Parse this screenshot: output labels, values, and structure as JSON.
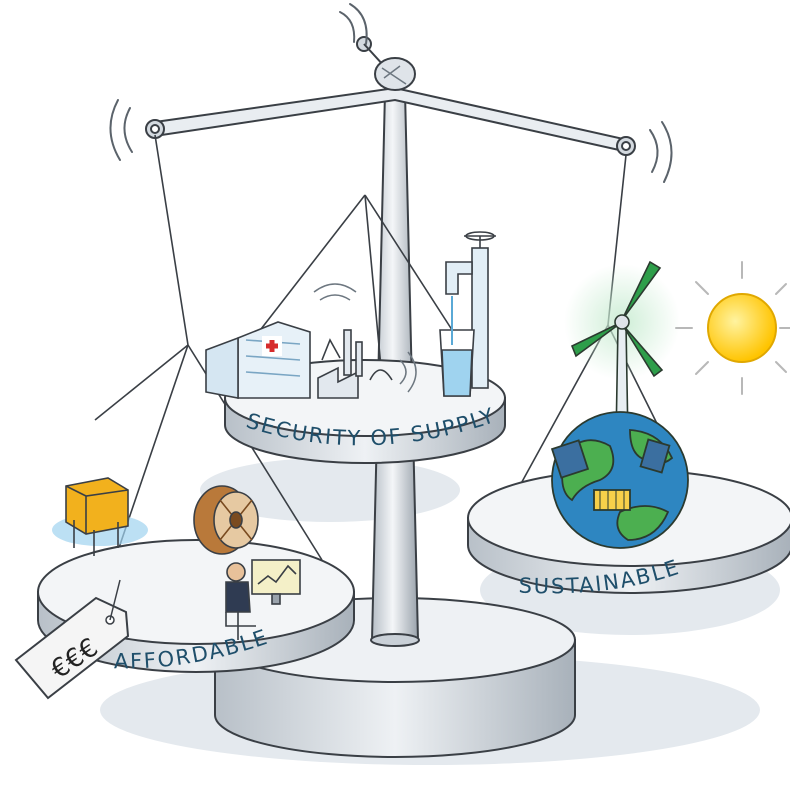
{
  "labels": {
    "security": "SECURITY OF SUPPLY",
    "sustainable": "SUSTAINABLE",
    "affordable": "AFFORDABLE",
    "price_tag": "€€€"
  },
  "colors": {
    "ink": "#3a3f45",
    "steel_light": "#eef1f4",
    "steel_mid": "#c9d0d7",
    "steel_dark": "#8e98a2",
    "label_blue": "#1f4f6b",
    "shadow": "#dfe5ea",
    "sun": "#ffd21a",
    "globe_ocean": "#2e86c1",
    "globe_land": "#4caf50",
    "turbine_blade": "#2e9e4a",
    "hospital_cross": "#d62b2b",
    "cable_reel": "#b9793a",
    "machine_yellow": "#f2b11d",
    "water_blue": "#9fd3ef"
  },
  "icons": [
    "scale-pivot-icon",
    "hospital-icon",
    "factory-icon",
    "water-tap-icon",
    "water-glass-icon",
    "wind-turbine-icon",
    "sun-icon",
    "globe-icon",
    "cable-reel-icon",
    "worker-at-computer-icon",
    "transformer-icon",
    "price-tag-icon"
  ]
}
